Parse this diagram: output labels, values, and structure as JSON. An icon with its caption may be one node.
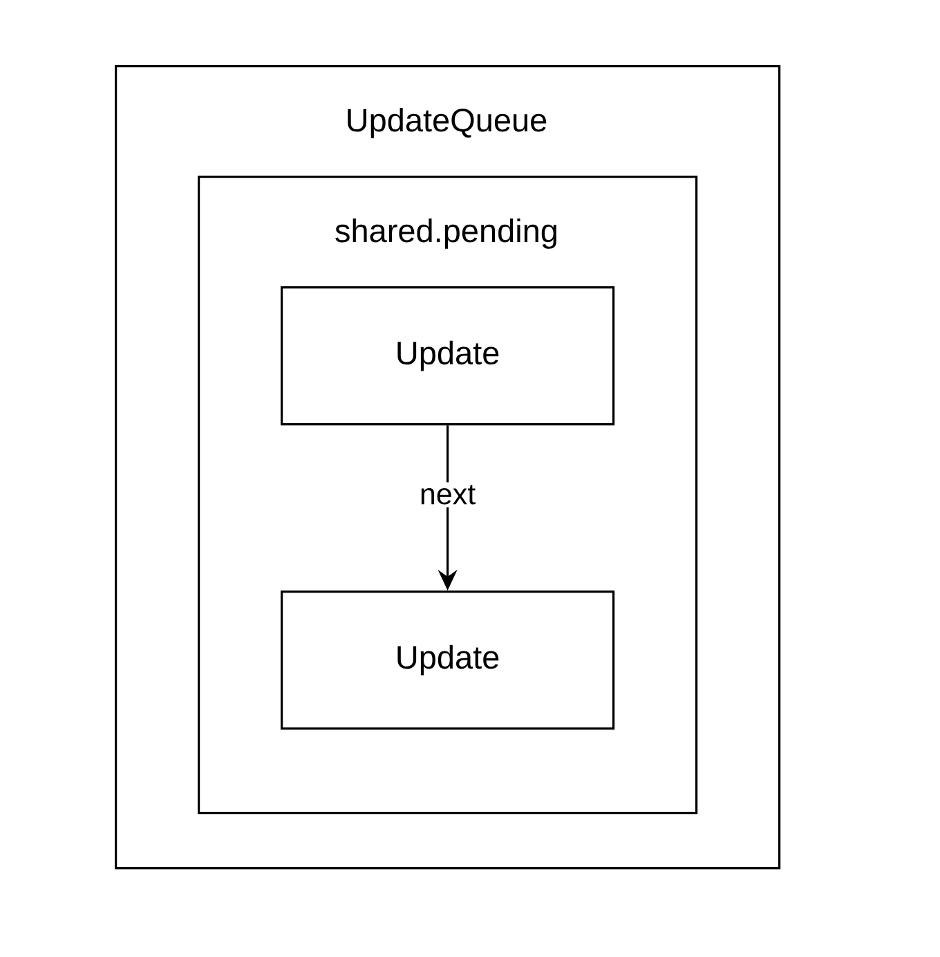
{
  "diagram": {
    "nodes": [
      {
        "text": [
          "UpdateQueue"
        ]
      },
      {
        "text": [
          "shared.pending"
        ],
        "in": 0
      },
      {
        "text": [
          "Update"
        ],
        "in": 1
      },
      {
        "text": [
          "Update"
        ],
        "in": 1
      }
    ],
    "edges": [
      {
        "from": 2,
        "to": 3,
        "arrow": "to",
        "label": "next"
      }
    ]
  }
}
